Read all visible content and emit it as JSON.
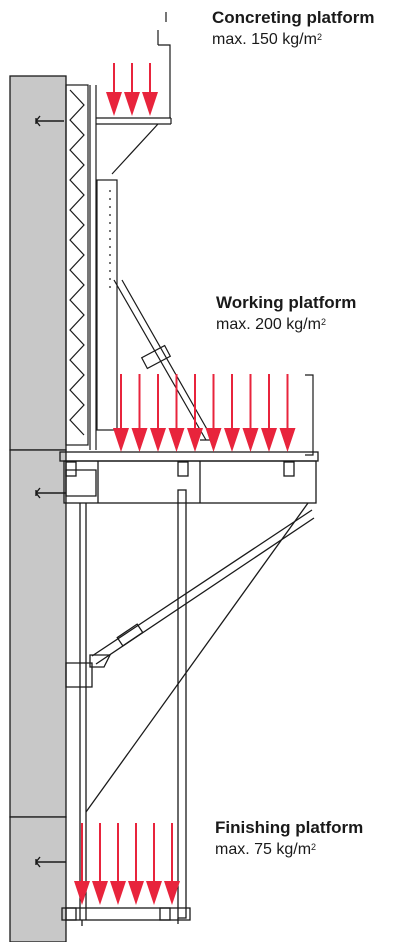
{
  "platforms": {
    "concreting": {
      "title": "Concreting platform",
      "load": "max. 150 kg/m",
      "load_exp": "2",
      "arrows": 3
    },
    "working": {
      "title": "Working platform",
      "load": "max. 200 kg/m",
      "load_exp": "2",
      "arrows": 10
    },
    "finishing": {
      "title": "Finishing platform",
      "load": "max. 75 kg/m",
      "load_exp": "2",
      "arrows": 6
    }
  },
  "colors": {
    "arrow": "#e8243c",
    "wall": "#c8c8c8",
    "line": "#1a1a1a"
  }
}
